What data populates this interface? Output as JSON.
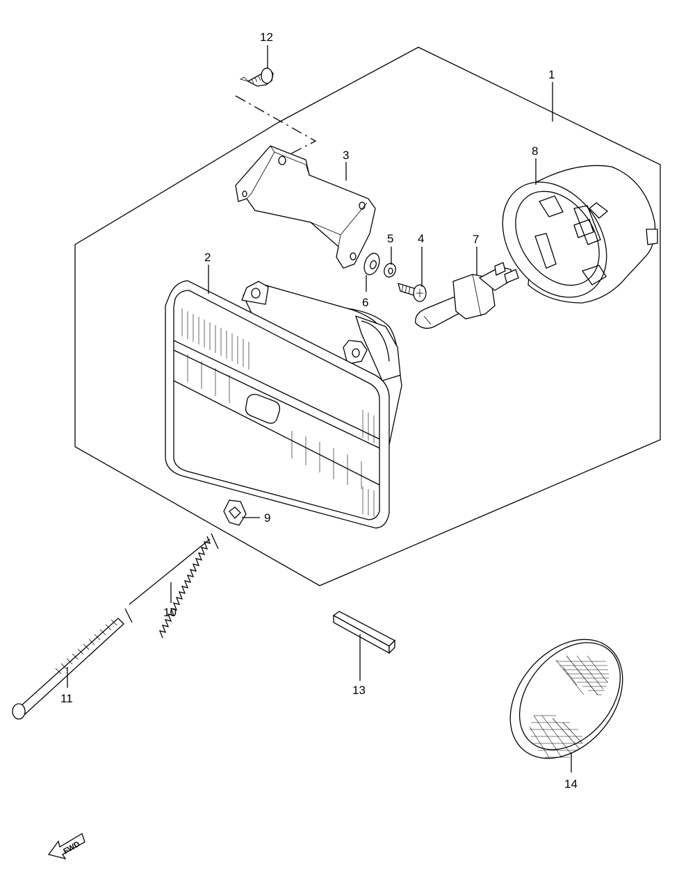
{
  "diagram": {
    "callouts": {
      "c1": "1",
      "c2": "2",
      "c3": "3",
      "c4": "4",
      "c5": "5",
      "c6": "6",
      "c7": "7",
      "c8": "8",
      "c9": "9",
      "c10": "10",
      "c11": "11",
      "c12": "12",
      "c13": "13",
      "c14": "14"
    },
    "direction_marker": "FWD"
  }
}
